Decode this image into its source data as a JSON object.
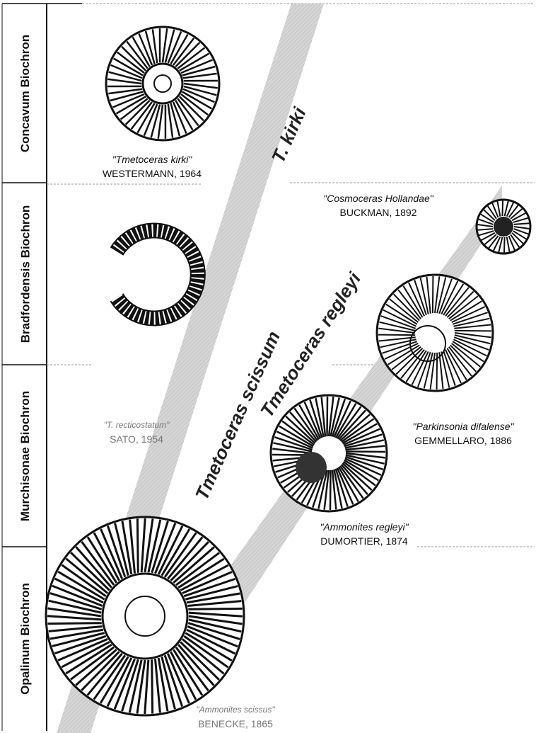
{
  "biochrons": [
    {
      "label": "Concavum Biochron"
    },
    {
      "label": "Bradfordensis Biochron"
    },
    {
      "label": "Murchisonae Biochron"
    },
    {
      "label": "Opalinum Biochron"
    }
  ],
  "lineages": {
    "kirki": "T. kirki",
    "scissum": "Tmetoceras scissum",
    "regleyi": "Tmetoceras regleyi"
  },
  "specimens": [
    {
      "name": "\"Tmetoceras kirki\"",
      "author": "WESTERMANN, 1964"
    },
    {
      "name": "\"Cosmoceras Hollandae\"",
      "author": "BUCKMAN, 1892"
    },
    {
      "name": "\"T. recticostatum\"",
      "author": "SATO, 1954"
    },
    {
      "name": "\"Parkinsonia difalense\"",
      "author": "GEMMELLARO, 1886"
    },
    {
      "name": "\"Ammonites regleyi\"",
      "author": "DUMORTIER, 1874"
    },
    {
      "name": "\"Ammonites scissus\"",
      "author": "BENECKE, 1865"
    }
  ],
  "colors": {
    "band": "#cfcfcf",
    "ink": "#111111",
    "faded": "#777777"
  }
}
